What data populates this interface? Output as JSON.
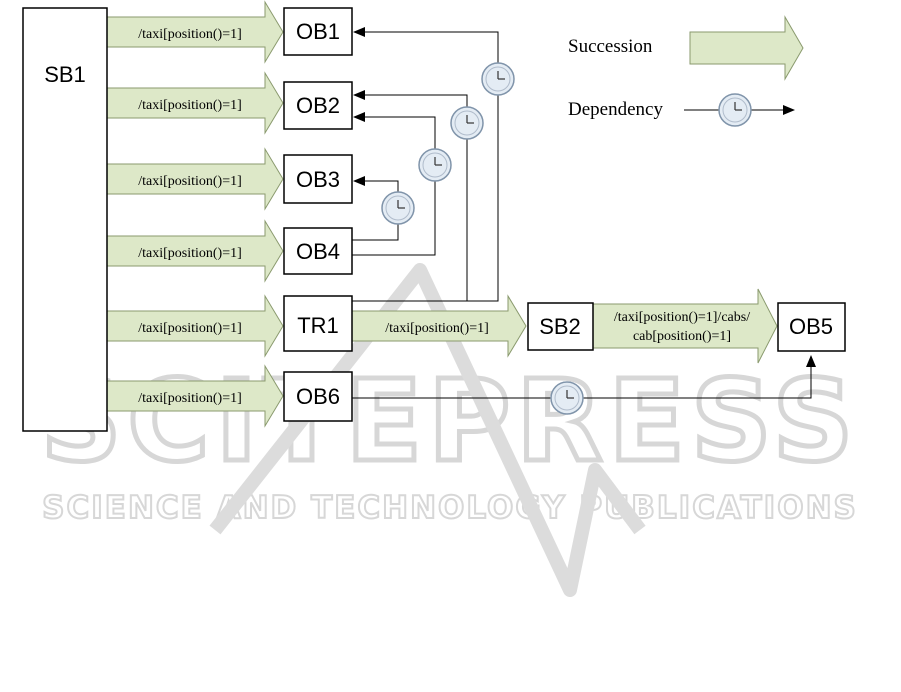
{
  "diagram": {
    "nodes": {
      "sb1": "SB1",
      "ob1": "OB1",
      "ob2": "OB2",
      "ob3": "OB3",
      "ob4": "OB4",
      "tr1": "TR1",
      "sb2": "SB2",
      "ob5": "OB5",
      "ob6": "OB6"
    },
    "edges": {
      "sb1_ob1": "/taxi[position()=1]",
      "sb1_ob2": "/taxi[position()=1]",
      "sb1_ob3": "/taxi[position()=1]",
      "sb1_ob4": "/taxi[position()=1]",
      "sb1_tr1": "/taxi[position()=1]",
      "sb1_ob6": "/taxi[position()=1]",
      "tr1_sb2": "/taxi[position()=1]",
      "sb2_ob5_line1": "/taxi[position()=1]/cabs/",
      "sb2_ob5_line2": "cab[position()=1]"
    },
    "legend": {
      "succession": "Succession",
      "dependency": "Dependency"
    },
    "colors": {
      "succession_fill": "#dde8c8",
      "succession_stroke": "#8a9a6e",
      "clock_fill": "#e4ecf4",
      "clock_stroke": "#8094aa"
    }
  },
  "watermark": {
    "brand": "SCITEPRESS",
    "tagline": "SCIENCE AND TECHNOLOGY PUBLICATIONS"
  }
}
